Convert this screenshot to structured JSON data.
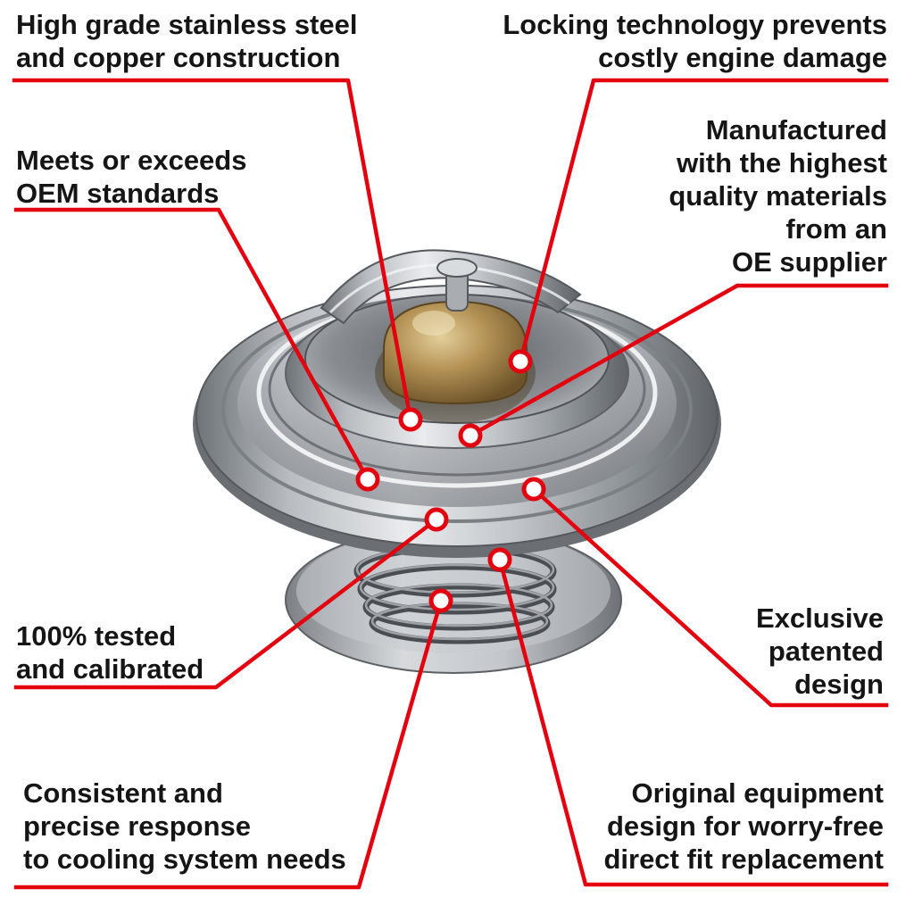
{
  "callouts": [
    {
      "id": "construction",
      "lines": [
        "High grade stainless steel",
        "and copper construction"
      ]
    },
    {
      "id": "locking",
      "lines": [
        "Locking technology prevents",
        "costly engine damage"
      ]
    },
    {
      "id": "oem",
      "lines": [
        "Meets or exceeds",
        "OEM standards"
      ]
    },
    {
      "id": "manufactured",
      "lines": [
        "Manufactured",
        "with the highest",
        "quality materials",
        "from an",
        "OE supplier"
      ]
    },
    {
      "id": "tested",
      "lines": [
        "100% tested",
        "and calibrated"
      ]
    },
    {
      "id": "exclusive",
      "lines": [
        "Exclusive",
        "patented",
        "design"
      ]
    },
    {
      "id": "consistent",
      "lines": [
        "Consistent and",
        "precise response",
        "to cooling system needs"
      ]
    },
    {
      "id": "original",
      "lines": [
        "Original equipment",
        "design for worry-free",
        "direct fit replacement"
      ]
    }
  ],
  "colors": {
    "callout_red": "#e3000f",
    "text": "#151515",
    "background": "#ffffff"
  },
  "product": {
    "image": "thermostat-photo"
  }
}
